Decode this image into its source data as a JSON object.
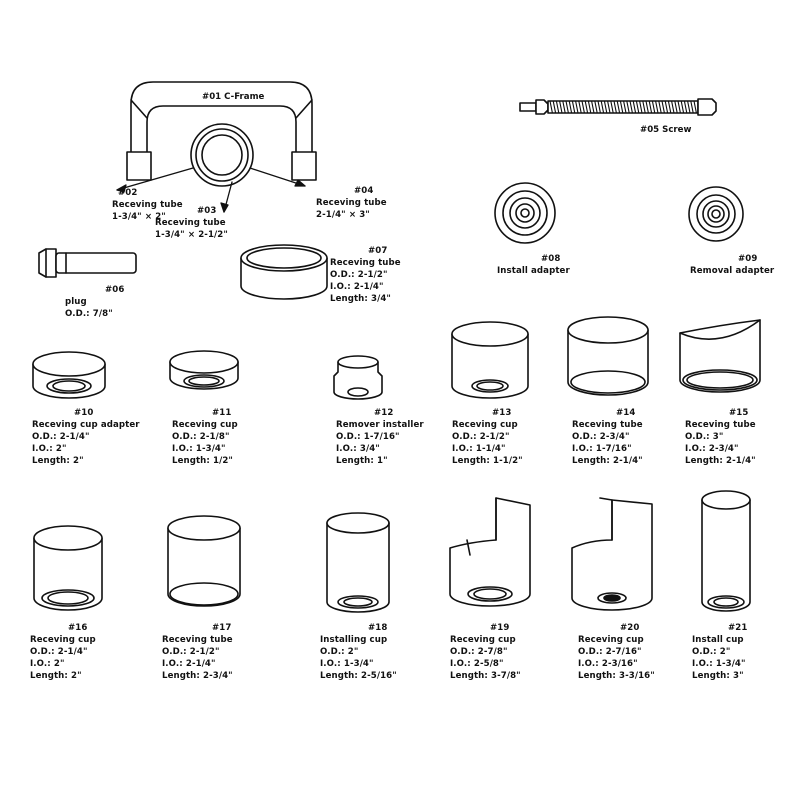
{
  "parts": {
    "p01": {
      "title": "#01 C-Frame"
    },
    "p02": {
      "number": "#02",
      "lines": [
        "Receving tube",
        "1-3/4\" × 2\""
      ]
    },
    "p03": {
      "number": "#03",
      "lines": [
        "Receving tube",
        "1-3/4\" × 2-1/2\""
      ]
    },
    "p04": {
      "number": "#04",
      "lines": [
        "Receving tube",
        "2-1/4\" × 3\""
      ]
    },
    "p05": {
      "title": "#05 Screw"
    },
    "p06": {
      "number": "#06",
      "lines": [
        "plug",
        "O.D.: 7/8\""
      ]
    },
    "p07": {
      "number": "#07",
      "lines": [
        "Receving tube",
        "O.D.: 2-1/2\"",
        "I.O.: 2-1/4\"",
        "Length: 3/4\""
      ]
    },
    "p08": {
      "number": "#08",
      "lines": [
        "Install adapter"
      ]
    },
    "p09": {
      "number": "#09",
      "lines": [
        "Removal adapter"
      ]
    },
    "p10": {
      "number": "#10",
      "lines": [
        "Receving cup adapter",
        "O.D.: 2-1/4\"",
        "I.O.: 2\"",
        "Length: 2\""
      ]
    },
    "p11": {
      "number": "#11",
      "lines": [
        "Receving cup",
        "O.D.: 2-1/8\"",
        "I.O.: 1-3/4\"",
        "Length: 1/2\""
      ]
    },
    "p12": {
      "number": "#12",
      "lines": [
        "Remover installer",
        "O.D.: 1-7/16\"",
        "I.O.: 3/4\"",
        "Length: 1\""
      ]
    },
    "p13": {
      "number": "#13",
      "lines": [
        "Receving cup",
        "O.D.: 2-1/2\"",
        "I.O.: 1-1/4\"",
        "Length: 1-1/2\""
      ]
    },
    "p14": {
      "number": "#14",
      "lines": [
        "Receving tube",
        "O.D.: 2-3/4\"",
        "I.O.: 1-7/16\"",
        "Length: 2-1/4\""
      ]
    },
    "p15": {
      "number": "#15",
      "lines": [
        "Receving tube",
        "O.D.: 3\"",
        "I.O.: 2-3/4\"",
        "Length: 2-1/4\""
      ]
    },
    "p16": {
      "number": "#16",
      "lines": [
        "Receving cup",
        "O.D.: 2-1/4\"",
        "I.O.: 2\"",
        "Length: 2\""
      ]
    },
    "p17": {
      "number": "#17",
      "lines": [
        "Receving tube",
        "O.D.: 2-1/2\"",
        "I.O.: 2-1/4\"",
        "Length: 2-3/4\""
      ]
    },
    "p18": {
      "number": "#18",
      "lines": [
        "Installing cup",
        "O.D.: 2\"",
        "I.O.: 1-3/4\"",
        "Length: 2-5/16\""
      ]
    },
    "p19": {
      "number": "#19",
      "lines": [
        "Receving cup",
        "O.D.: 2-7/8\"",
        "I.O.: 2-5/8\"",
        "Length: 3-7/8\""
      ]
    },
    "p20": {
      "number": "#20",
      "lines": [
        "Receving cup",
        "O.D.: 2-7/16\"",
        "I.O.: 2-3/16\"",
        "Length: 3-3/16\""
      ]
    },
    "p21": {
      "number": "#21",
      "lines": [
        "Install cup",
        "O.D.: 2\"",
        "I.O.: 1-3/4\"",
        "Length: 3\""
      ]
    }
  }
}
